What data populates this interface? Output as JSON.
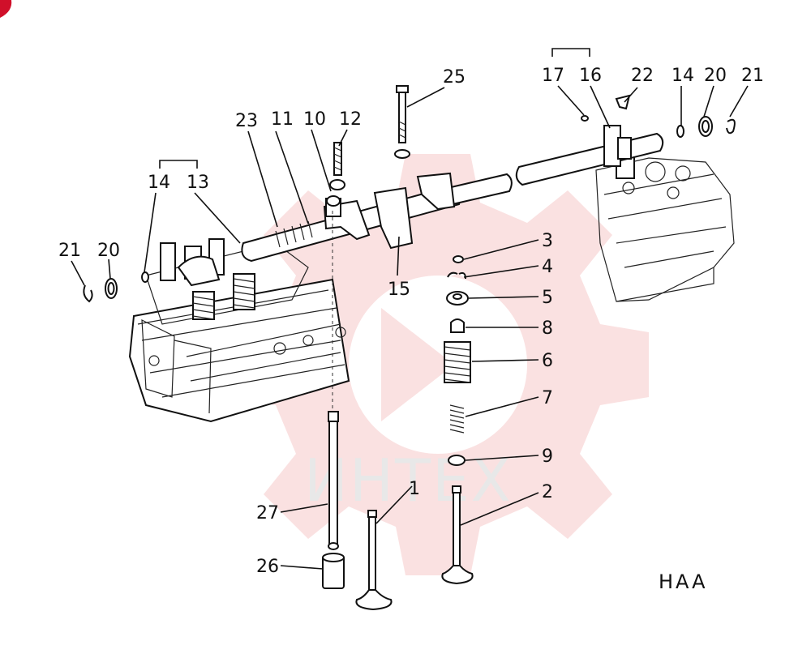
{
  "watermark": {
    "text": "ИНТЕХ",
    "color": "#f7c9c9"
  },
  "diagram_code": "HAA",
  "callouts": [
    {
      "id": "p25",
      "label": "25"
    },
    {
      "id": "p17",
      "label": "17"
    },
    {
      "id": "p16",
      "label": "16"
    },
    {
      "id": "p22",
      "label": "22"
    },
    {
      "id": "p14r",
      "label": "14"
    },
    {
      "id": "p20r",
      "label": "20"
    },
    {
      "id": "p21r",
      "label": "21"
    },
    {
      "id": "p23",
      "label": "23"
    },
    {
      "id": "p11",
      "label": "11"
    },
    {
      "id": "p10",
      "label": "10"
    },
    {
      "id": "p12",
      "label": "12"
    },
    {
      "id": "p14l",
      "label": "14"
    },
    {
      "id": "p13",
      "label": "13"
    },
    {
      "id": "p21l",
      "label": "21"
    },
    {
      "id": "p20l",
      "label": "20"
    },
    {
      "id": "p15",
      "label": "15"
    },
    {
      "id": "p3",
      "label": "3"
    },
    {
      "id": "p4",
      "label": "4"
    },
    {
      "id": "p5",
      "label": "5"
    },
    {
      "id": "p8",
      "label": "8"
    },
    {
      "id": "p6",
      "label": "6"
    },
    {
      "id": "p7",
      "label": "7"
    },
    {
      "id": "p9",
      "label": "9"
    },
    {
      "id": "p27",
      "label": "27"
    },
    {
      "id": "p1",
      "label": "1"
    },
    {
      "id": "p2",
      "label": "2"
    },
    {
      "id": "p26",
      "label": "26"
    }
  ]
}
